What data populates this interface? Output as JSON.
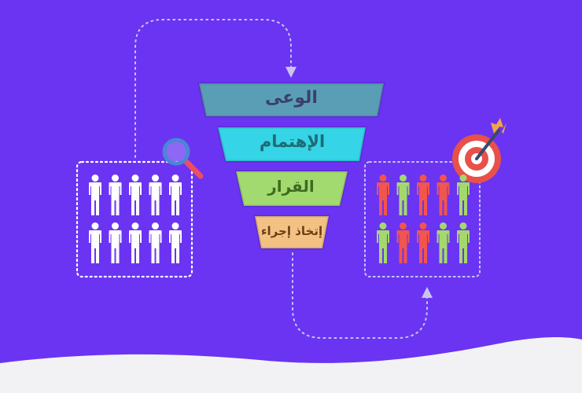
{
  "colors": {
    "background": "#6a34f2",
    "wave": "#f2f2f4",
    "funnel_1": "#5a9eb5",
    "funnel_2": "#35d4e6",
    "funnel_3": "#a3da6f",
    "funnel_4": "#f3c183",
    "person_white": "#ffffff",
    "person_red": "#f2544e",
    "person_green": "#a4d86e",
    "target_red": "#e8504a",
    "magnifier_blue": "#4a86d6",
    "magnifier_handle": "#ec4f61"
  },
  "funnel": {
    "stages": [
      {
        "label": "الوعى"
      },
      {
        "label": "الإهتمام"
      },
      {
        "label": "القرار"
      },
      {
        "label": "إتخاذ إجراء"
      }
    ]
  },
  "left_group": {
    "icon": "magnifier-icon",
    "person_colors": [
      [
        "white",
        "white",
        "white",
        "white",
        "white"
      ],
      [
        "white",
        "white",
        "white",
        "white",
        "white"
      ]
    ]
  },
  "right_group": {
    "icon": "target-icon",
    "person_colors": [
      [
        "red",
        "green",
        "red",
        "red",
        "green"
      ],
      [
        "green",
        "red",
        "red",
        "green",
        "green"
      ]
    ]
  }
}
